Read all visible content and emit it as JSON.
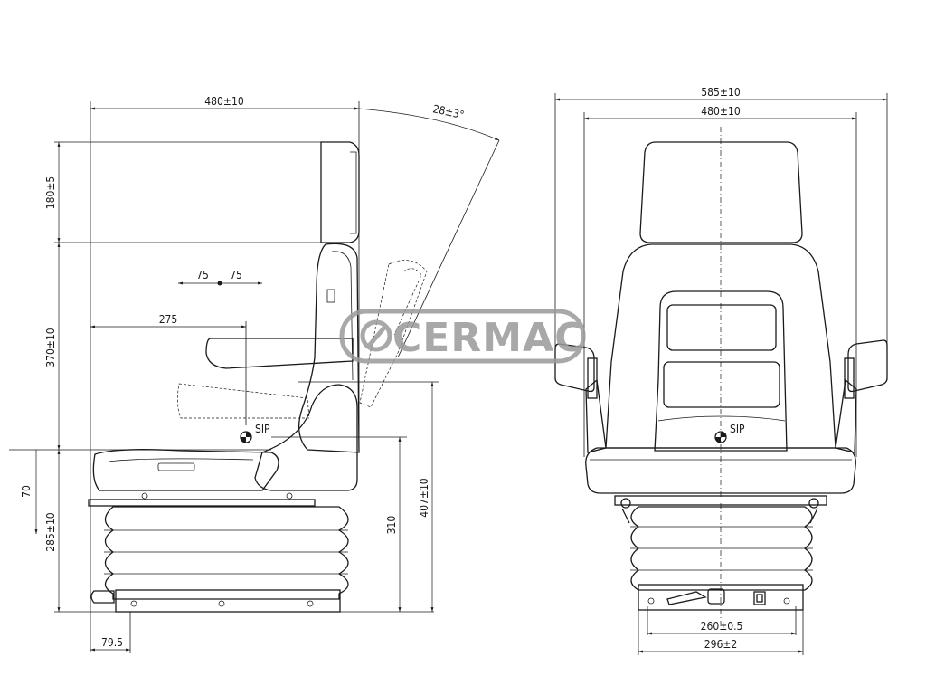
{
  "logo": {
    "text": "CERMAC"
  },
  "side_view": {
    "width_total": "480±10",
    "backrest_angle": "28±3°",
    "headrest_height": "180±5",
    "backrest_height": "370±10",
    "armrest_left_offset": "75",
    "armrest_right_offset": "75",
    "armrest_reach": "275",
    "sip_label": "SIP",
    "suspension_travel": "70",
    "seat_height": "285±10",
    "base_to_sip": "310",
    "base_to_armrest": "407±10",
    "mount_offset": "79.5"
  },
  "front_view": {
    "overall_width": "585±10",
    "seat_width": "480±10",
    "sip_label": "SIP",
    "rail_spacing": "260±0.5",
    "base_width": "296±2"
  }
}
